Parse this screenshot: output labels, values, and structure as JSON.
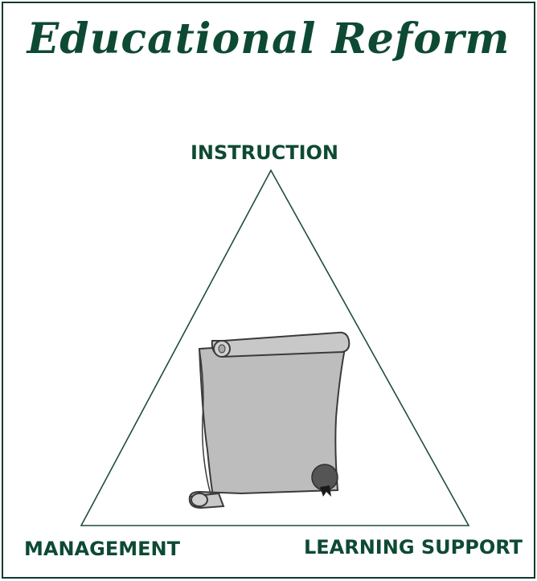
{
  "title": "Educational Reform",
  "vertices": {
    "top": "INSTRUCTION",
    "bottom_left": "MANAGEMENT",
    "bottom_right": "LEARNING SUPPORT"
  },
  "center_icon": "scroll-icon",
  "colors": {
    "accent": "#0e4a33",
    "line": "#1f4d3a",
    "scroll_fill": "#bdbdbd",
    "seal": "#555555"
  }
}
